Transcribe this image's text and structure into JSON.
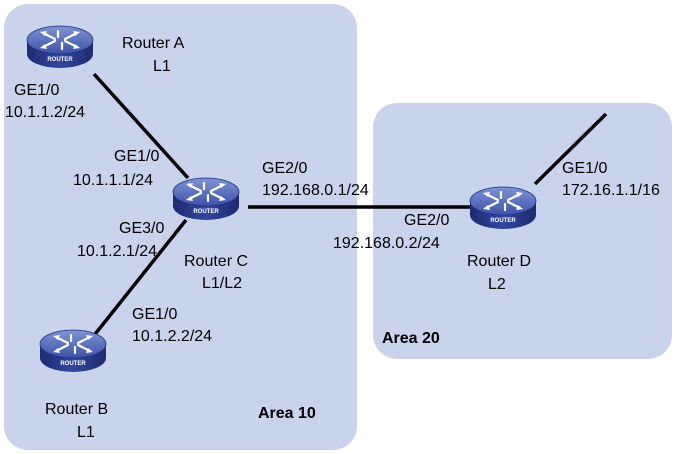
{
  "areas": {
    "area10": {
      "label": "Area 10"
    },
    "area20": {
      "label": "Area 20"
    }
  },
  "routers": {
    "a": {
      "name": "Router A",
      "level": "L1",
      "badge": "ROUTER"
    },
    "b": {
      "name": "Router B",
      "level": "L1",
      "badge": "ROUTER"
    },
    "c": {
      "name": "Router C",
      "level": "L1/L2",
      "badge": "ROUTER"
    },
    "d": {
      "name": "Router D",
      "level": "L2",
      "badge": "ROUTER"
    }
  },
  "interfaces": {
    "a_ge10": {
      "port": "GE1/0",
      "ip": "10.1.1.2/24"
    },
    "c_ge10": {
      "port": "GE1/0",
      "ip": "10.1.1.1/24"
    },
    "c_ge30": {
      "port": "GE3/0",
      "ip": "10.1.2.1/24"
    },
    "c_ge20": {
      "port": "GE2/0",
      "ip": "192.168.0.1/24"
    },
    "b_ge10": {
      "port": "GE1/0",
      "ip": "10.1.2.2/24"
    },
    "d_ge20": {
      "port": "GE2/0",
      "ip": "192.168.0.2/24"
    },
    "d_ge10": {
      "port": "GE1/0",
      "ip": "172.16.1.1/16"
    }
  },
  "colors": {
    "area_fill": "#c9d3ec",
    "router_body": "#2f3f95",
    "router_top": "#5a6fc0",
    "link": "#000000"
  },
  "icons": {
    "router": "router-icon"
  }
}
